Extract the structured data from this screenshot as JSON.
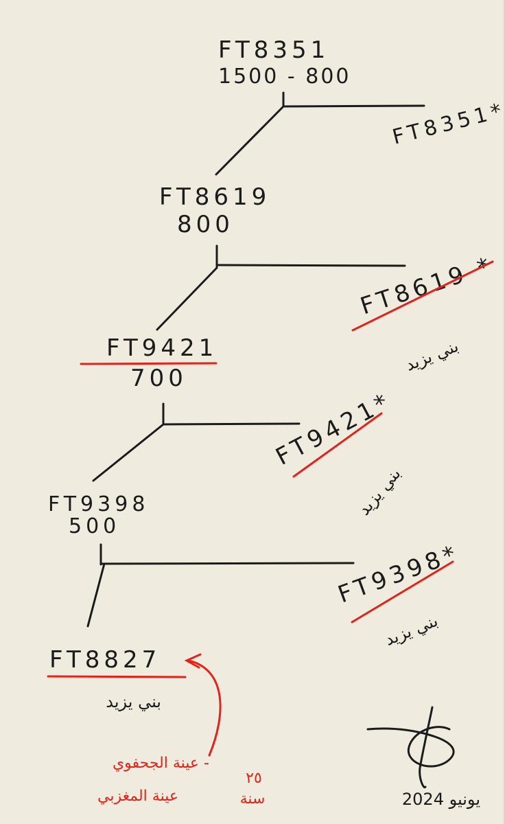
{
  "tree": {
    "nodes": [
      {
        "id": "ft8351",
        "code": "FT8351",
        "value": "1500 - 800"
      },
      {
        "id": "ft8619",
        "code": "FT8619",
        "value": "800"
      },
      {
        "id": "ft9421",
        "code": "FT9421",
        "value": "700"
      },
      {
        "id": "ft9398",
        "code": "FT9398",
        "value": "500"
      },
      {
        "id": "ft8827",
        "code": "FT8827",
        "value": ""
      }
    ],
    "branches": [
      {
        "id": "ft8351s",
        "code": "FT8351*",
        "tribe": ""
      },
      {
        "id": "ft8619s",
        "code": "FT8619 *",
        "tribe": "بني يزيد"
      },
      {
        "id": "ft9421s",
        "code": "FT9421*",
        "tribe": "بني يزيد"
      },
      {
        "id": "ft9398s",
        "code": "FT9398*",
        "tribe": "بني يزيد"
      }
    ],
    "leaf_tribe": "بني يزيد"
  },
  "annotations": {
    "sample1": "عينة الجحفوي -",
    "sample2": "عينة المغزبي",
    "years_number": "٢٥",
    "years_word": "سنة",
    "date": "يونيو 2024"
  },
  "colors": {
    "ink": "#1b1b1b",
    "accent": "#e0241b",
    "paper": "#efebdf"
  }
}
